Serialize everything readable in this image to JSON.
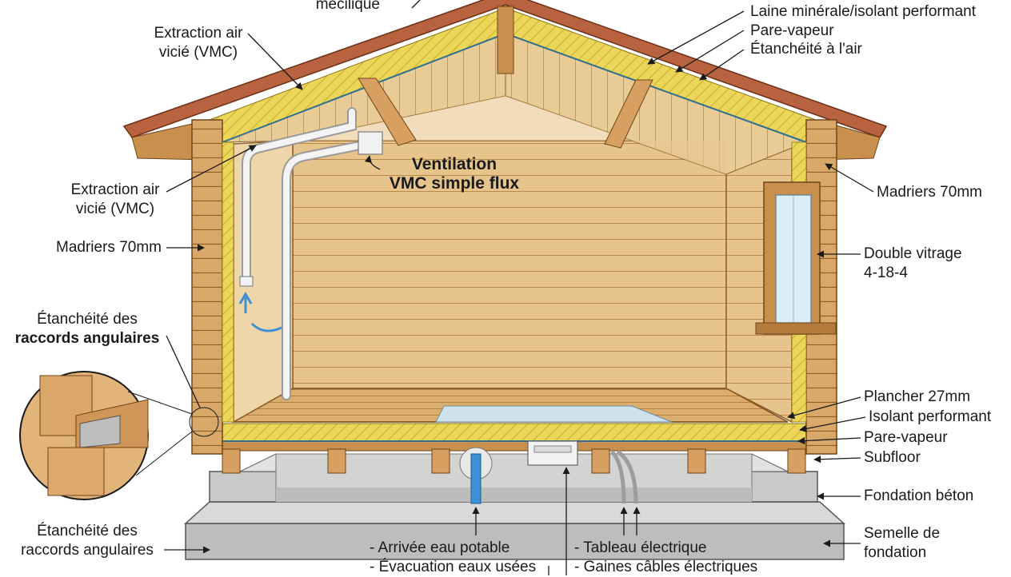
{
  "diagram": {
    "center_title": [
      "Ventilation",
      "VMC simple flux"
    ],
    "labels_left": {
      "top_cut": "mécilique",
      "extraction_top": [
        "Extraction air",
        "vicié (VMC)"
      ],
      "extraction_mid": [
        "Extraction air",
        "vicié (VMC)"
      ],
      "madriers_left": "Madriers 70mm",
      "etancheite_top": [
        "Étanchéité des",
        "raccords angulaires"
      ],
      "etancheite_bottom": [
        "Étanchéité des",
        "raccords angulaires"
      ]
    },
    "labels_right": {
      "laine": "Laine minérale/isolant performant",
      "pare_vapeur_top": "Pare-vapeur",
      "etancheite_air": "Étanchéité à l'air",
      "madriers_right": "Madriers 70mm",
      "double_vitrage": [
        "Double vitrage",
        "4-18-4"
      ],
      "plancher": "Plancher 27mm",
      "isolant": "Isolant performant",
      "pare_vapeur_bottom": "Pare-vapeur",
      "subfloor": "Subfloor",
      "fondation": "Fondation béton",
      "semelle": [
        "Semelle de",
        "fondation"
      ]
    },
    "labels_bottom": {
      "eau": [
        "- Arrivée eau potable",
        "- Évacuation eaux usées"
      ],
      "elec": [
        "- Tableau électrique",
        "- Gaines câbles électriques"
      ]
    }
  },
  "colors": {
    "wood_light": "#e9c994",
    "wood_mid": "#d7a96a",
    "wood_dark": "#b07a3f",
    "insulation": "#ecd65a",
    "roof_tile": "#b9623f",
    "concrete": "#cfcfcf",
    "vapor_barrier": "#2f6f8f",
    "pipe_blue": "#3d8fd6"
  }
}
